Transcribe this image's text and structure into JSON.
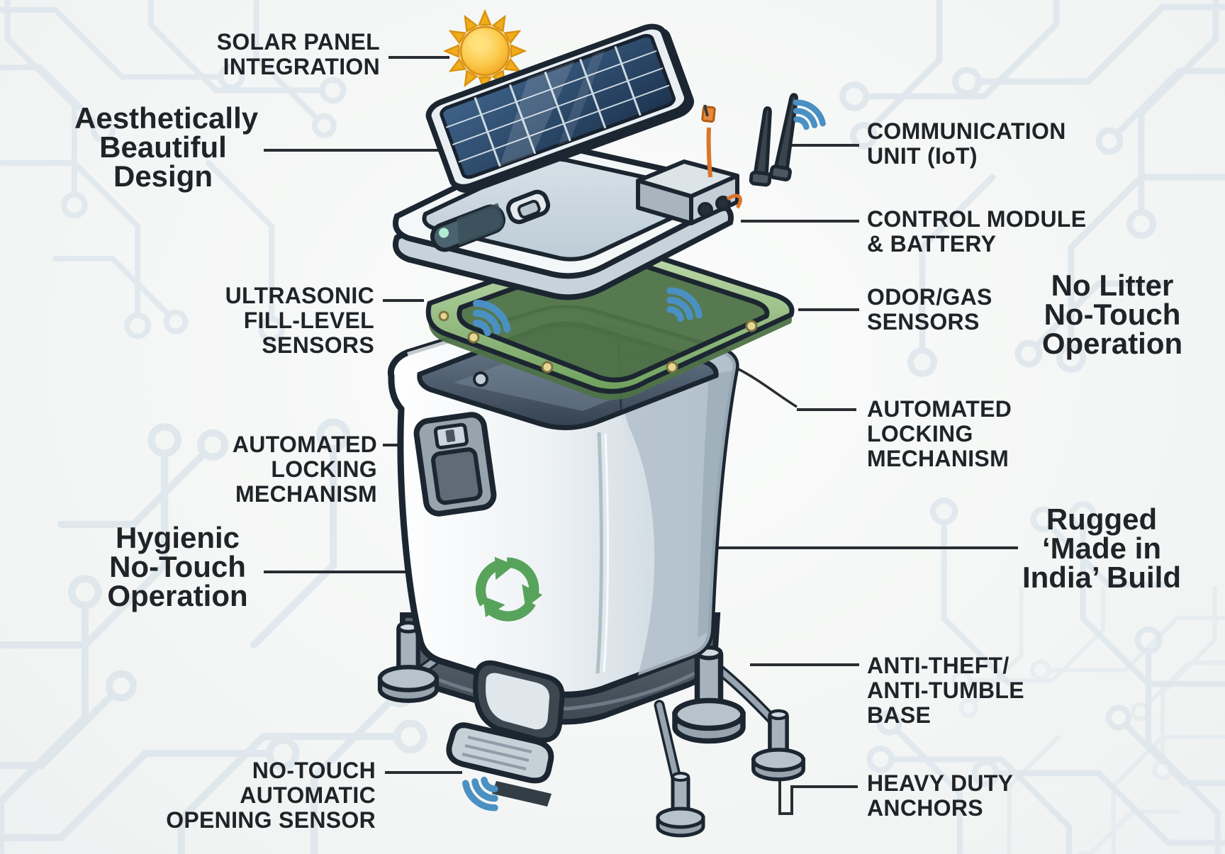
{
  "figure": {
    "type": "exploded-view infographic",
    "subject": "Solar-powered IoT smart dustbin with labelled features",
    "background": "#f4f6f5",
    "text_color": "#202327",
    "leader_line_color": "#2a2d31"
  },
  "callouts": {
    "solar_panel": "SOLAR PANEL\nINTEGRATION",
    "aesthetic": "Aesthetically\nBeautiful\nDesign",
    "ultrasonic": "ULTRASONIC\nFILL-LEVEL\nSENSORS",
    "locking_left": "AUTOMATED\nLOCKING\nMECHANISM",
    "hygienic": "Hygienic\nNo-Touch\nOperation",
    "no_touch_opening": "NO-TOUCH\nAUTOMATIC\nOPENING SENSOR",
    "communication": "COMMUNICATION\nUNIT (IoT)",
    "control_module": "CONTROL MODULE\n& BATTERY",
    "odor_gas": "ODOR/GAS\nSENSORS",
    "no_litter": "No Litter\nNo-Touch\nOperation",
    "locking_right": "AUTOMATED\nLOCKING\nMECHANISM",
    "rugged": "Rugged\n‘Made in\nIndia’ Build",
    "anti_theft": "ANTI-THEFT/\nANTI-TUMBLE\nBASE",
    "heavy_duty": "HEAVY DUTY\nANCHORS"
  },
  "icons": {
    "sun_icon": "sun (solar energy)",
    "wifi_signal_icon": "wireless signal arcs (x4)",
    "recycle_icon": "recycling arrows",
    "antenna_icon": "IoT antennas"
  },
  "colors": {
    "sun_orange": "#f2a51d",
    "wifi_blue": "#4a90c2",
    "gasket_green": "#79ab66",
    "recycle_green": "#58a35c",
    "solar_cell_blue": "#2e4d6e",
    "wire_orange": "#dd7527",
    "outline_dark": "#1c2631",
    "bin_body_light": "#f4f7f9",
    "bin_base_dark": "#4a545e"
  }
}
